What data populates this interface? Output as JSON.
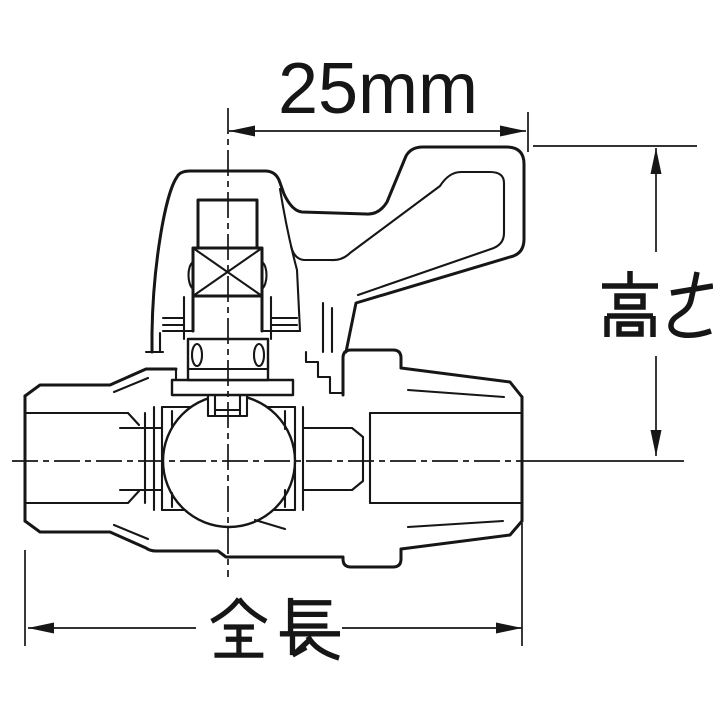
{
  "colors": {
    "background": "#ffffff",
    "line": "#161616"
  },
  "drawing_labels": {
    "width": {
      "label": "25mm"
    },
    "height": {
      "label": "高さ"
    },
    "length": {
      "label": "全長"
    }
  }
}
